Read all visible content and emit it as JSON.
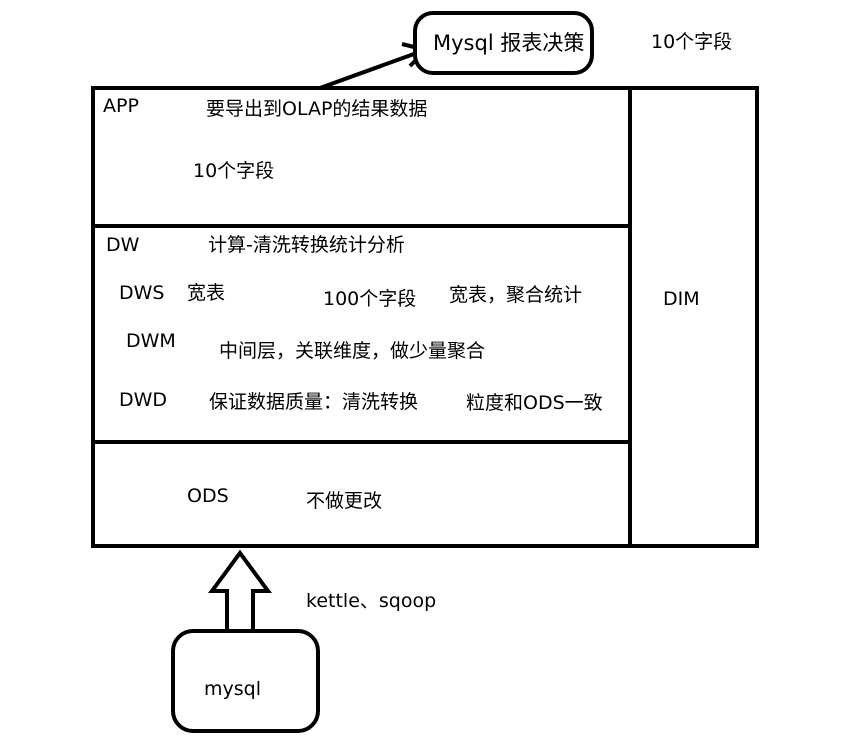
{
  "top": {
    "report_box": "Mysql 报表决策",
    "report_fields": "10个字段"
  },
  "layers": {
    "app": {
      "name": "APP",
      "desc": "要导出到OLAP的结果数据",
      "fields": "10个字段"
    },
    "dw": {
      "name": "DW",
      "desc": "计算-清洗转换统计分析",
      "dws": {
        "name": "DWS",
        "desc": "宽表",
        "fields": "100个字段",
        "note": "宽表，聚合统计"
      },
      "dwm": {
        "name": "DWM",
        "desc": "中间层，关联维度，做少量聚合"
      },
      "dwd": {
        "name": "DWD",
        "desc": "保证数据质量：清洗转换",
        "note": "粒度和ODS一致"
      }
    },
    "ods": {
      "name": "ODS",
      "desc": "不做更改"
    },
    "dim": {
      "name": "DIM"
    }
  },
  "source": {
    "box": "mysql",
    "tools": "kettle、sqoop"
  }
}
